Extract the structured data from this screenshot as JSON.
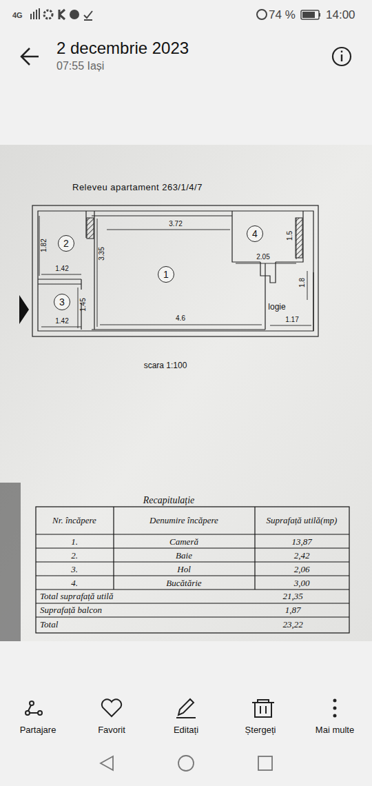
{
  "diagram": {
    "title": "Releveu apartament 263/1/4/7",
    "nodes": [
      {
        "text": [
          "1"
        ]
      },
      {
        "text": [
          "2"
        ]
      },
      {
        "text": [
          "3"
        ]
      },
      {
        "text": [
          "4"
        ]
      }
    ],
    "labels": [
      "4G",
      "74 %",
      "14:00",
      "2 decembrie 2023",
      "07:55 Iași",
      "1.82",
      "1.42",
      "3.35",
      "3.72",
      "1.45",
      "1.42",
      "4.6",
      "2.05",
      "1.5",
      "logie",
      "1.8",
      "1.17",
      "scara 1:100",
      "Recapitulație",
      "Nr. încăpere",
      "Denumire încăpere",
      "Suprafață utilă(mp)",
      "1.",
      "Cameră",
      "13,87",
      "2.",
      "Baie",
      "2,42",
      "3.",
      "Hol",
      "2,06",
      "4.",
      "Bucătărie",
      "3,00",
      "Total suprafață utilă",
      "21,35",
      "Suprafață balcon",
      "1,87",
      "Total",
      "23,22",
      "Partajare",
      "Favorit",
      "Editați",
      "Ștergeți",
      "Mai multe"
    ]
  }
}
